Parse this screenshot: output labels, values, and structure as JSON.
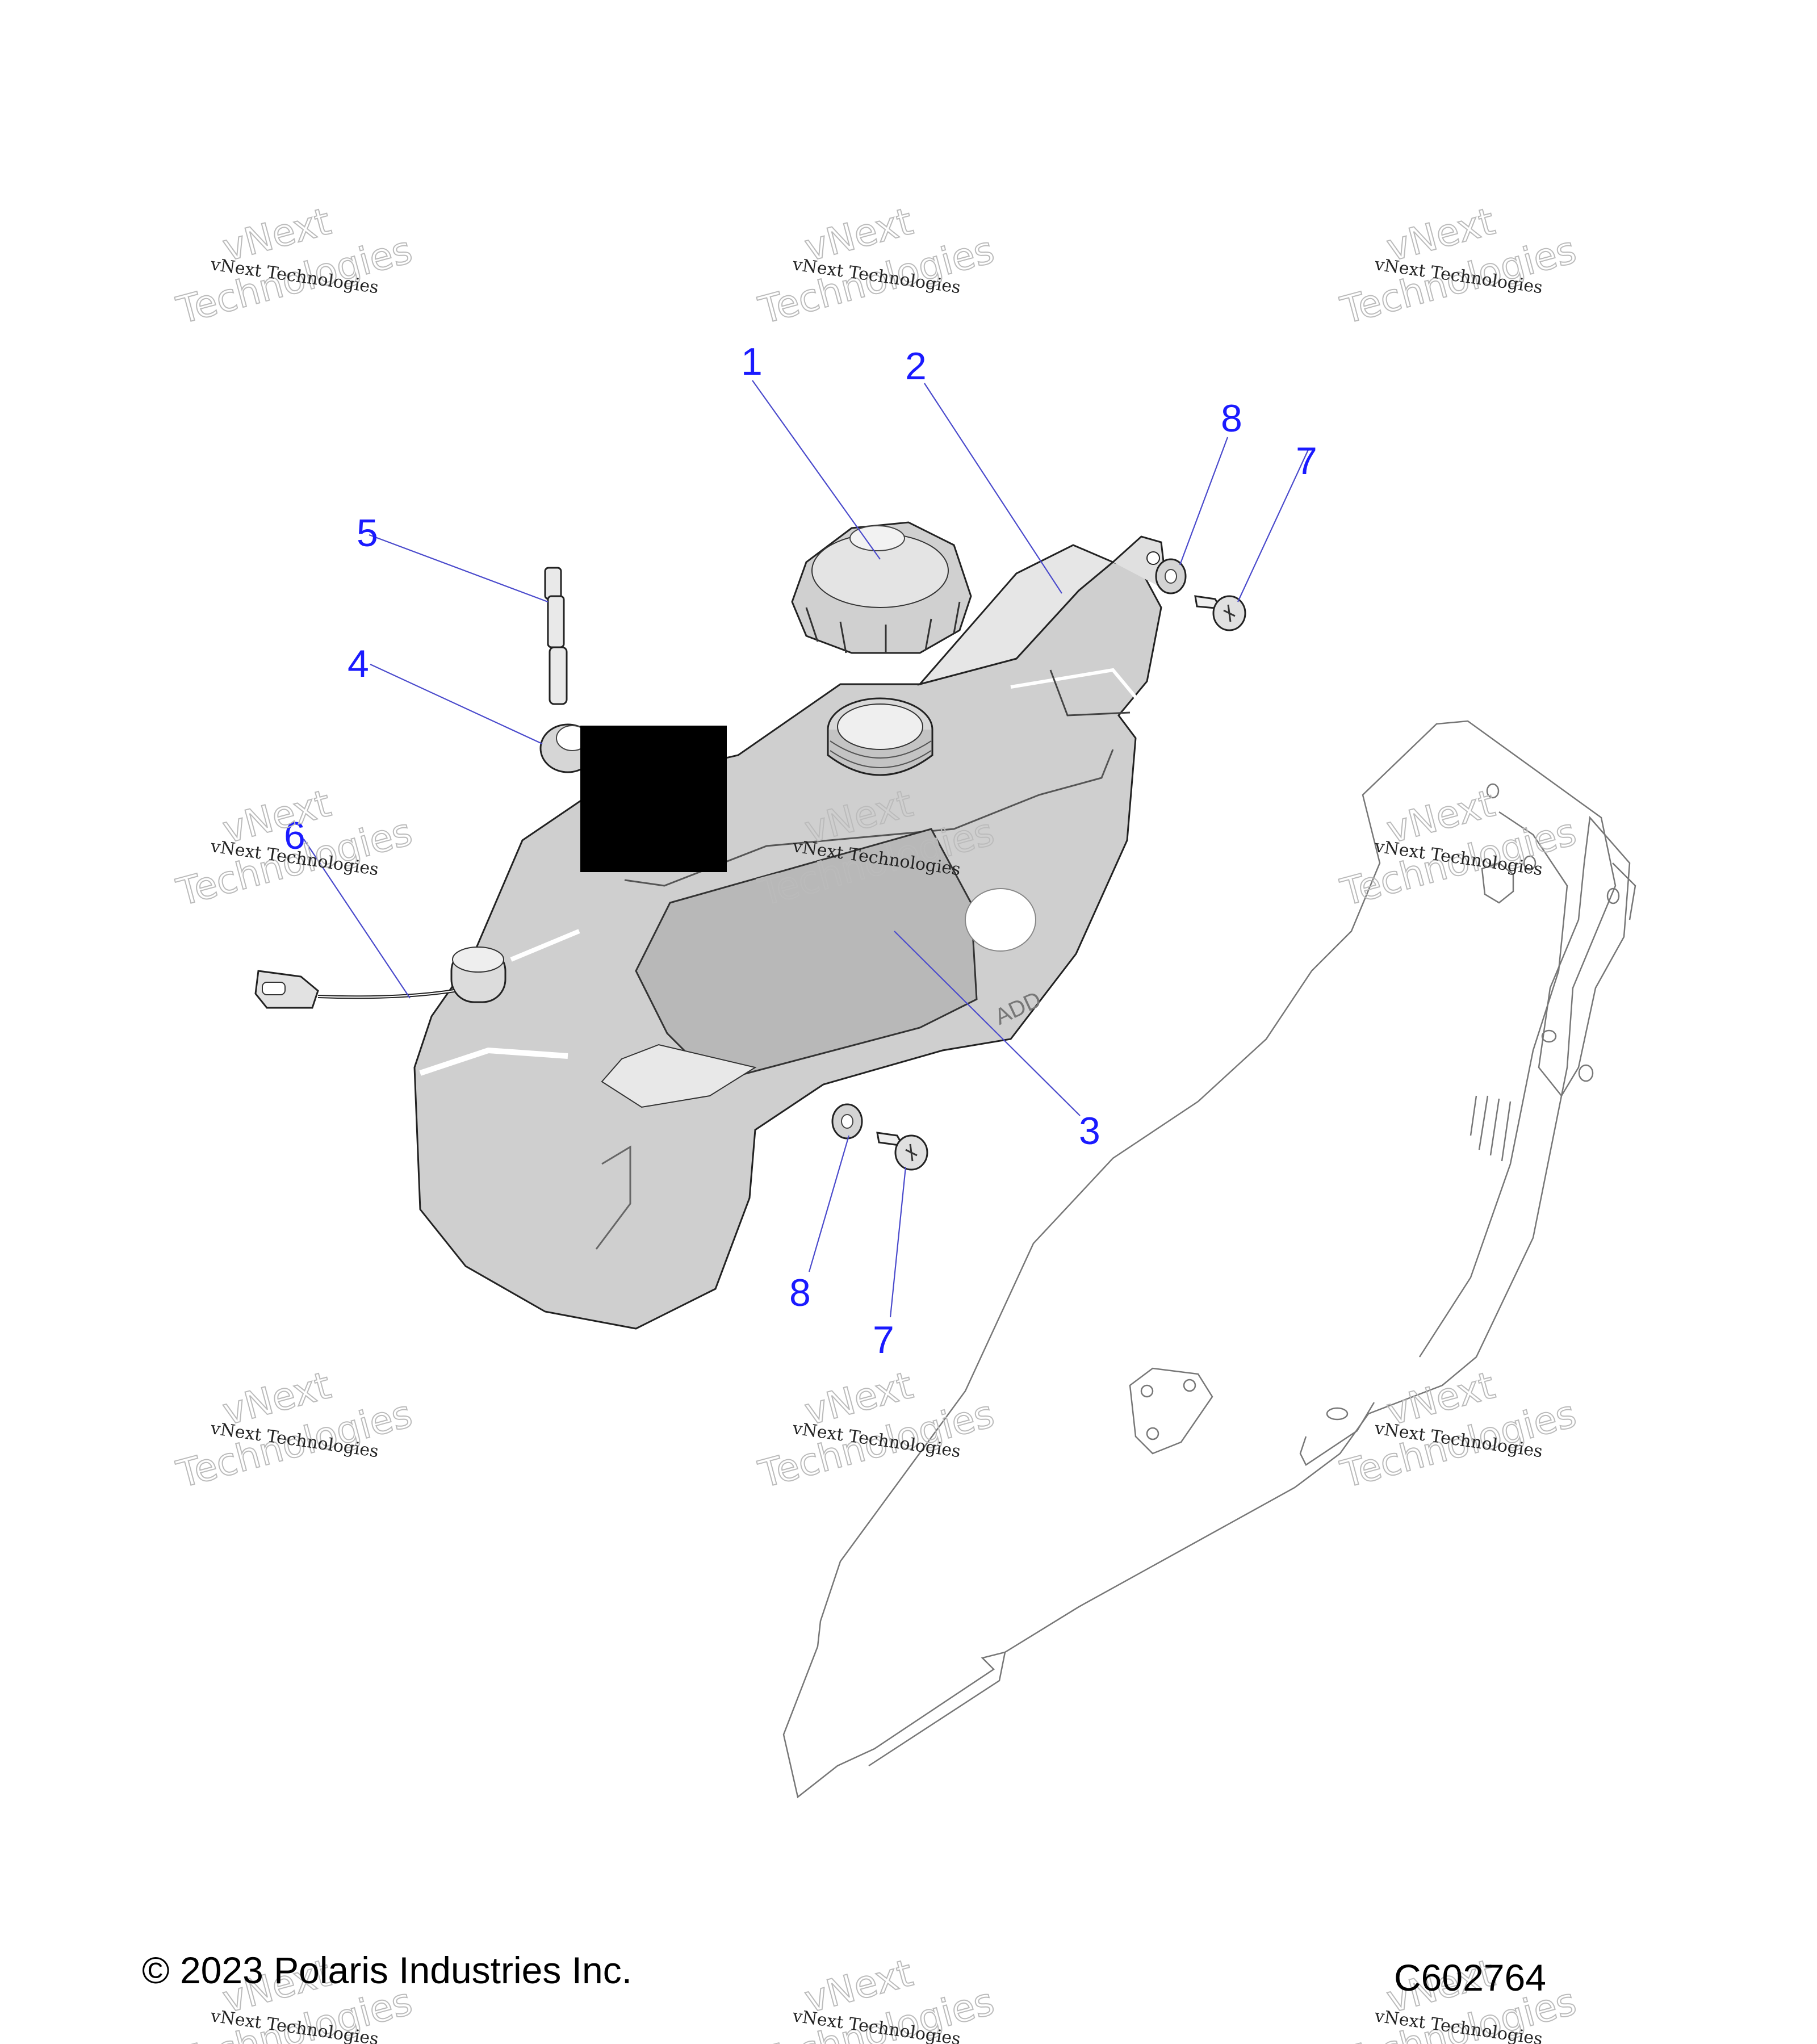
{
  "callouts": {
    "c1": "1",
    "c2": "2",
    "c3": "3",
    "c4": "4",
    "c5": "5",
    "c6": "6",
    "c7a": "7",
    "c7b": "7",
    "c8a": "8",
    "c8b": "8"
  },
  "watermark": {
    "line1": "vNext",
    "line2": "vNext Technologies",
    "line3": "Technologies"
  },
  "tank_embossing": "ADD",
  "footer": {
    "copyright": "© 2023 Polaris Industries Inc.",
    "figure_id": "C602764"
  },
  "colors": {
    "callout": "#1a1aff",
    "leader": "#4a4acc",
    "tank_fill": "#cfcfcf",
    "redaction": "#000000"
  }
}
